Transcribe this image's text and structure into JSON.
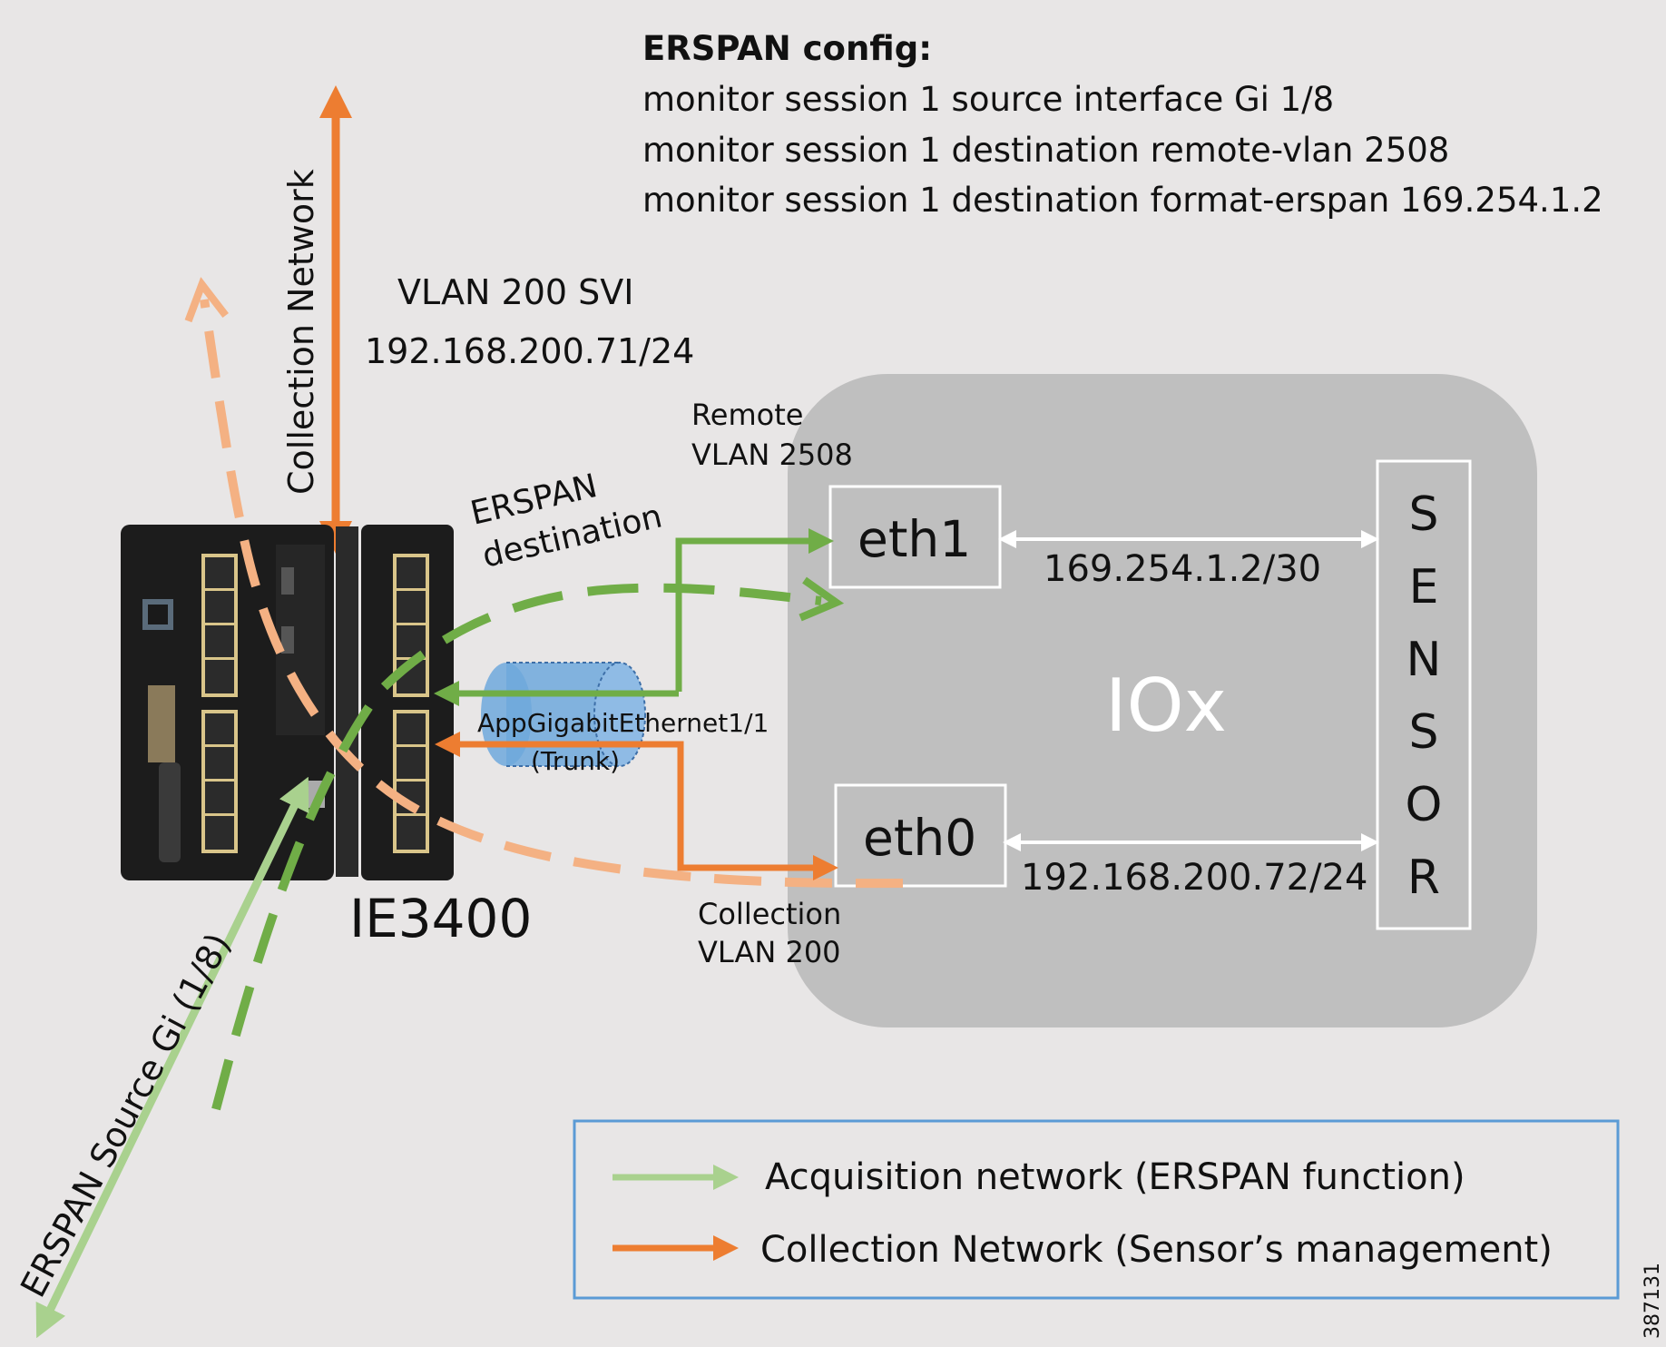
{
  "config": {
    "title": "ERSPAN config:",
    "lines": [
      "monitor session 1 source interface Gi 1/8",
      "monitor session 1 destination remote-vlan 2508",
      "monitor session 1 destination format-erspan 169.254.1.2"
    ]
  },
  "switch": {
    "name": "IE3400",
    "svi_label": "VLAN 200 SVI",
    "svi_ip": "192.168.200.71/24",
    "trunk_name": "AppGigabitEthernet1/1",
    "trunk_mode": "(Trunk)"
  },
  "labels": {
    "collection_network": "Collection Network",
    "erspan_destination_1": "ERSPAN",
    "erspan_destination_2": "destination",
    "remote_vlan_1": "Remote",
    "remote_vlan_2": "VLAN 2508",
    "collection_vlan_1": "Collection",
    "collection_vlan_2": "VLAN 200",
    "erspan_source": "ERSPAN Source Gi (1/8)"
  },
  "iox": {
    "name": "IOx",
    "eth1": "eth1",
    "eth1_ip": "169.254.1.2/30",
    "eth0": "eth0",
    "eth0_ip": "192.168.200.72/24",
    "sensor_letters": [
      "S",
      "E",
      "N",
      "S",
      "O",
      "R"
    ]
  },
  "legend": {
    "acquisition": "Acquisition network (ERSPAN function)",
    "collection": "Collection Network (Sensor’s management)"
  },
  "figure_id": "387131",
  "colors": {
    "orange": "#ed7d31",
    "orange_light": "#f4b183",
    "green": "#70ad47",
    "green_light": "#a9d18e",
    "iox_bg": "#bfbfbf",
    "legend_border": "#5b9bd5",
    "trunk_fill": "#6fa8dc"
  }
}
